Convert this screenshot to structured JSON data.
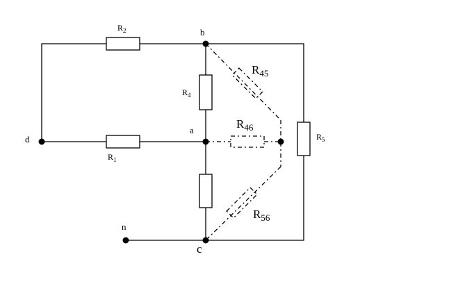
{
  "diagram": {
    "nodes": {
      "b": "b",
      "a": "a",
      "c": "c",
      "d": "d",
      "n": "n"
    },
    "resistors": {
      "r2": {
        "base": "R",
        "sub": "2"
      },
      "r1": {
        "base": "R",
        "sub": "1"
      },
      "r4": {
        "base": "R",
        "sub": "4"
      },
      "r5": {
        "base": "R",
        "sub": "5"
      },
      "r45": {
        "base": "R",
        "sub": "45"
      },
      "r46": {
        "base": "R",
        "sub": "46"
      },
      "r56": {
        "base": "R",
        "sub": "56"
      }
    }
  }
}
